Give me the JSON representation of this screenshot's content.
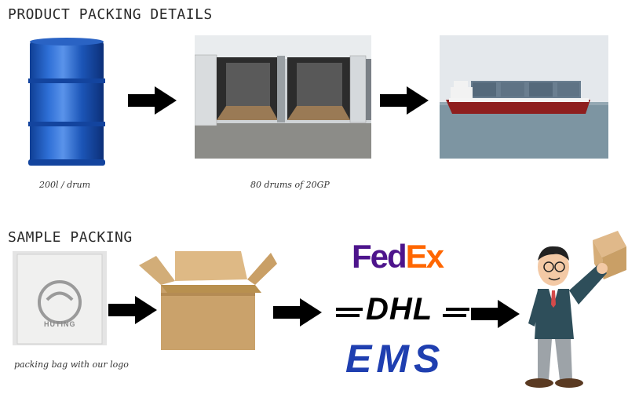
{
  "product_section": {
    "title": "PRODUCT PACKING DETAILS",
    "drum_caption": "200l / drum",
    "container_caption": "80 drums of 20GP"
  },
  "sample_section": {
    "title": "SAMPLE PACKING",
    "bag_caption": "packing bag with our logo",
    "bag_brand": "HUTING"
  },
  "carriers": {
    "fedex_part1": "Fed",
    "fedex_part2": "Ex",
    "dhl": "DHL",
    "ems": "EMS"
  },
  "colors": {
    "drum_blue": "#1c56b8",
    "fedex_purple": "#4d148c",
    "fedex_orange": "#ff6600",
    "ems_blue": "#1f3fb0",
    "arrow": "#000000"
  }
}
